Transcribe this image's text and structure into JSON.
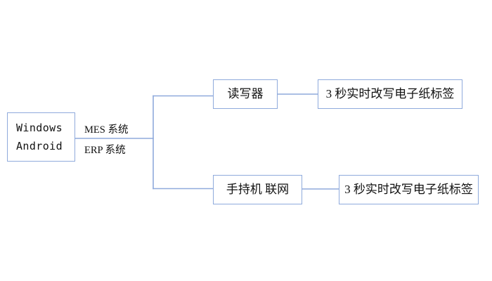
{
  "diagram": {
    "type": "flow-diagram",
    "orientation": "left-to-right",
    "line_color": "#8FAADC",
    "border_color": "#8FAADC",
    "background_color": "#FFFFFF",
    "text_color": "#111111",
    "nodes": [
      {
        "id": "host",
        "name": "host-platforms",
        "lines": [
          "Windows",
          "Android"
        ],
        "line1": "Windows",
        "line2": "Android"
      },
      {
        "id": "reader",
        "name": "reader-device",
        "label": "读写器"
      },
      {
        "id": "tag_top",
        "name": "epaper-tag-top",
        "label": "3 秒实时改写电子纸标签"
      },
      {
        "id": "handheld",
        "name": "handheld-device",
        "label": "手持机 联网"
      },
      {
        "id": "tag_bottom",
        "name": "epaper-tag-bottom",
        "label": "3 秒实时改写电子纸标签"
      }
    ],
    "edge_labels": {
      "mes": "MES 系统",
      "erp": "ERP 系统"
    },
    "connections": [
      {
        "from": "host",
        "to": "branch",
        "labels": [
          "MES 系统",
          "ERP 系统"
        ]
      },
      {
        "from": "branch",
        "to": "reader"
      },
      {
        "from": "branch",
        "to": "handheld"
      },
      {
        "from": "reader",
        "to": "tag_top"
      },
      {
        "from": "handheld",
        "to": "tag_bottom"
      }
    ]
  }
}
